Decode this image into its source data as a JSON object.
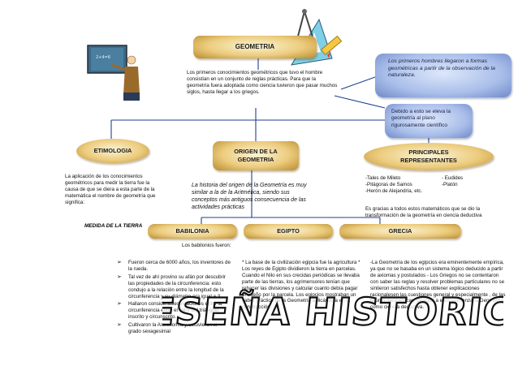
{
  "title": "GEOMETRIA",
  "intro": "Los primeros conocimientos geométricos que tuvo el hombre consistían en un conjunto de reglas prácticas. Para que la geometría fuera adoptada como ciencia tuvieron que pasar muchos siglos, hasta llegar a los griegos.",
  "side_notes": {
    "first_men": "Los primeros hombres llegaron a formas geométricas a partir de la observación de la naturaleza.",
    "elevated": "Debido a esto se eleva la geometría al plano rigurosamente científico"
  },
  "nodes": {
    "etimologia": "ETIMOLOGIA",
    "origen": "ORIGEN DE LA GEOMETRIA",
    "representantes": "PRINCIPALES REPRESENTANTES",
    "babilonia": "BABILONIA",
    "egipto": "EGIPTO",
    "grecia": "GRECIA"
  },
  "etimologia_text": "La aplicación de los conocimientos geométricos para medir la tierra fue la causa de que se diera a esta parte de la matemática el nombre de geometría que significa:",
  "medida": "MEDIDA DE LA TIERRA",
  "origen_text": "La historia del origen de la Geometría es muy similar a la de la Aritmética, siendo sus conceptos más antiguos consecuencia de las actividades prácticas",
  "representantes": {
    "left": [
      "-Tales de Mileto",
      "-Pitágoras de Samos",
      "-Herón de Alejandría, etc."
    ],
    "right": [
      "- Eudides",
      "-Platón"
    ],
    "note": "Es gracias a todos estos matemáticos que se dio la transformación de la geometría en ciencia deductiva"
  },
  "babilonia_intro": "Los babilonios fueron:",
  "babilonia_items": [
    "Fueron cerca de 6000 años, los inventores de la rueda.",
    "Tal vez de ahí provino su afán por descubrir las propiedades de la circunferencia: esto condujo a la relación entre la longitud de la circunferencia y su diámetro era igual a 3.",
    "Hallaron considerables relaciones entre la circunferencia entre el valor del triángulo inscrito y circunscrito.",
    "Cultivaron la Astronomía y obtuvieron el grado sexagesimal"
  ],
  "egipto_text": "* La base de la civilización egipcia fue la agricultura * Los reyes de Egipto dividieron la tierra en parcelas. Cuando el Nilo en sus crecidas periódicas se llevaba parte de las tierras, los agrimensores tenían que rehacer las divisiones y calcular cuanto debía pagar el dueño por la parcela. Los egipcios mostraban un saber práctico de la Geometría aplicándola en la construcción.",
  "grecia_text": "-La Geometría de los egipcios era eminentemente empírica, ya que no se basaba en un sistema lógico deducido a partir de axiomas y postulados - Los Griegos no se contentaron con saber las reglas y resolver problemas particulares no se sintieron satisfechos hasta obtener explicaciones racionalesen las cuestiones general y especialmente , de las figuras geométricas. Gracias a ellos comienza la Geometría como ciencia deductiva.",
  "banner": "RESEÑA HISTORICA",
  "colors": {
    "tan": "#e2bd6a",
    "blue": "#a9bee9",
    "line": "#1f3f8f",
    "banner_fill": "#ffffff",
    "banner_stroke": "#111111"
  },
  "icons": [
    "compass-triangle-icon",
    "chalkboard-teacher-icon"
  ]
}
